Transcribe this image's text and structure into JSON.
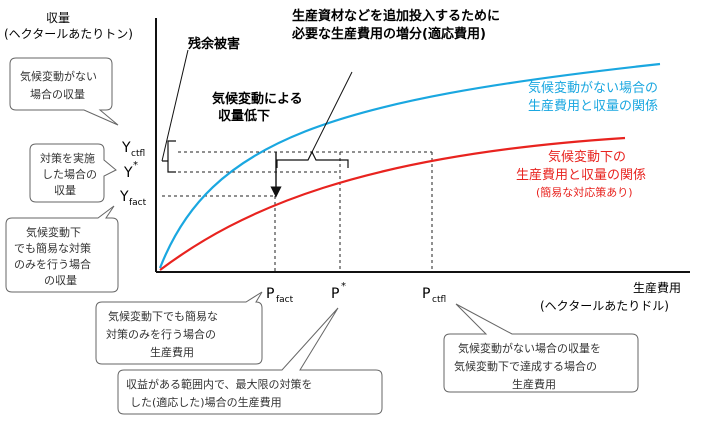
{
  "axis": {
    "y_label_1": "収量",
    "y_label_2": "(ヘクタールあたりトン)",
    "x_label_1": "生産費用",
    "x_label_2": "(ヘクタールあたりドル)"
  },
  "y_ticks": {
    "ctfl_main": "Y",
    "ctfl_sub": "ctfl",
    "star_main": "Y",
    "star_sup": "*",
    "fact_main": "Y",
    "fact_sub": "fact"
  },
  "x_ticks": {
    "fact_main": "P",
    "fact_sub": "fact",
    "star_main": "P",
    "star_sup": "*",
    "ctfl_main": "P",
    "ctfl_sub": "ctfl"
  },
  "annotations": {
    "residual_damage": "残余被害",
    "yield_drop_1": "気候変動による",
    "yield_drop_2": "収量低下",
    "adaptation_cost_1": "生産資材などを追加投入するために",
    "adaptation_cost_2": "必要な生産費用の増分(適応費用)"
  },
  "curves": {
    "no_climate_change_1": "気候変動がない場合の",
    "no_climate_change_2": "生産費用と収量の関係",
    "with_climate_change_1": "気候変動下の",
    "with_climate_change_2": "生産費用と収量の関係",
    "with_climate_change_3": "(簡易な対応策あり)",
    "no_climate_change_color": "#1aa7e0",
    "with_climate_change_color": "#e8231f"
  },
  "callouts": {
    "ctfl_yield_1": "気候変動がない",
    "ctfl_yield_2": "場合の収量",
    "star_yield_1": "対策を実施",
    "star_yield_2": "した場合の",
    "star_yield_3": "収量",
    "fact_yield_1": "気候変動下",
    "fact_yield_2": "でも簡易な対策",
    "fact_yield_3": "のみを行う場合",
    "fact_yield_4": "の収量",
    "fact_cost_1": "気候変動下でも簡易な",
    "fact_cost_2": "対策のみを行う場合の",
    "fact_cost_3": "生産費用",
    "star_cost_1": "収益がある範囲内で、最大限の対策を",
    "star_cost_2": "した(適応した)場合の生産費用",
    "ctfl_cost_1": "気候変動がない場合の収量を",
    "ctfl_cost_2": "気候変動下で達成する場合の",
    "ctfl_cost_3": "生産費用"
  }
}
